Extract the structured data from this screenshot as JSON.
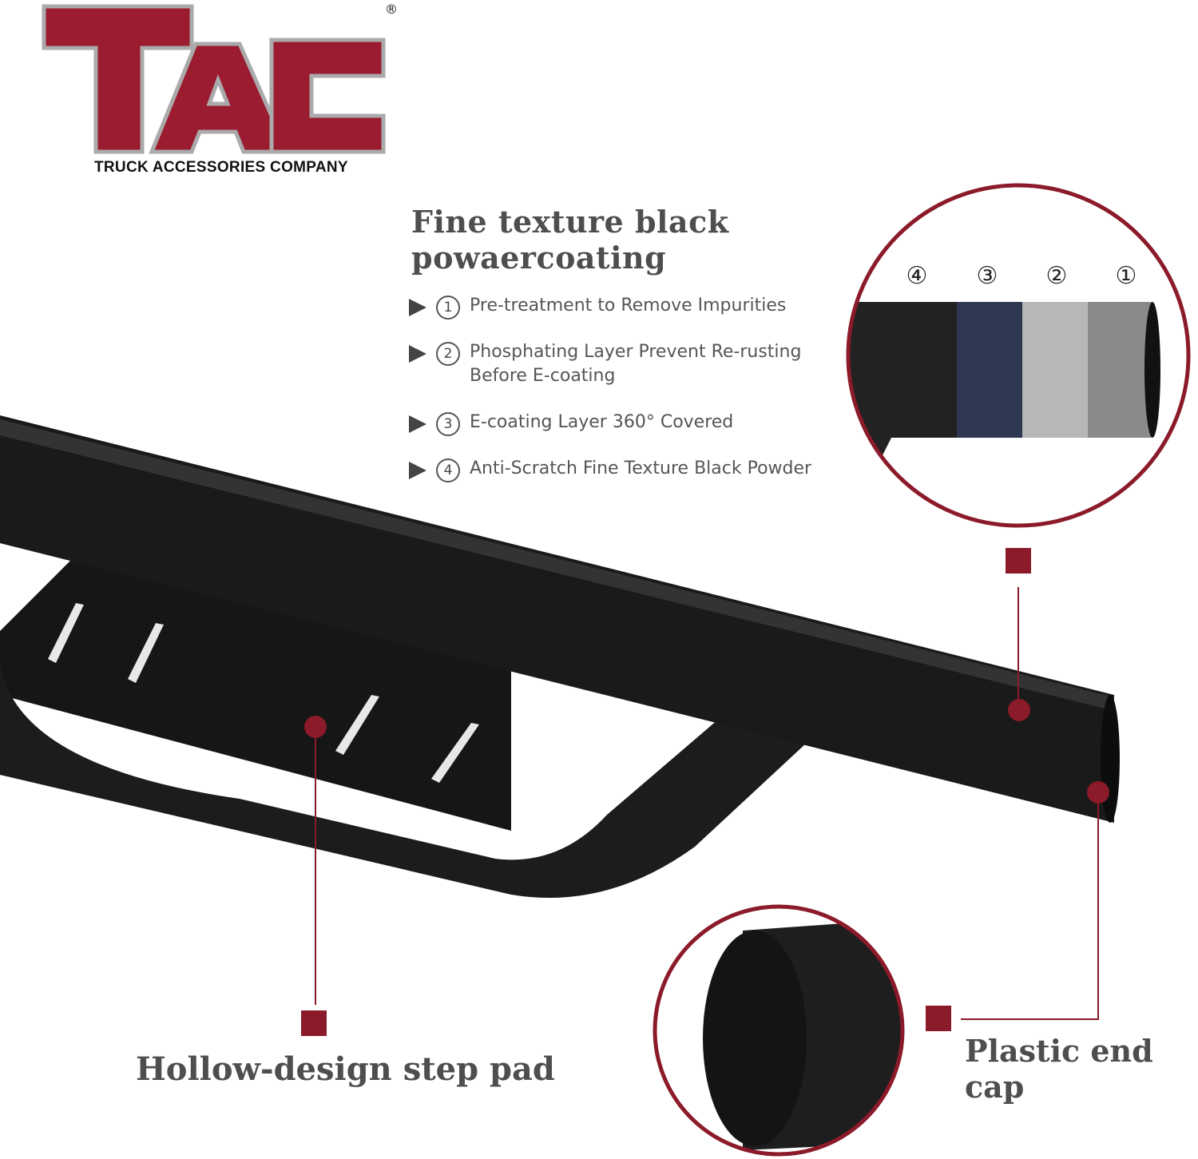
{
  "logo": {
    "text": "TAC",
    "registered": "®",
    "subtitle": "TRUCK ACCESSORIES COMPANY"
  },
  "heading": {
    "line1": "Fine texture black",
    "line2": "powaercoating"
  },
  "features": [
    {
      "number": "1",
      "text": "Pre-treatment to Remove Impurities"
    },
    {
      "number": "2",
      "text": "Phosphating Layer Prevent Re-rusting Before E-coating"
    },
    {
      "number": "3",
      "text": "E-coating Layer 360° Covered"
    },
    {
      "number": "4",
      "text": "Anti-Scratch Fine Texture Black Powder"
    }
  ],
  "layer_labels": [
    "④",
    "③",
    "②",
    "①"
  ],
  "callouts": {
    "step_pad": "Hollow-design step pad",
    "end_cap": "Plastic end cap"
  },
  "colors": {
    "accent": "#8b1a2a",
    "text": "#555555",
    "product": "#1a1a1a"
  }
}
